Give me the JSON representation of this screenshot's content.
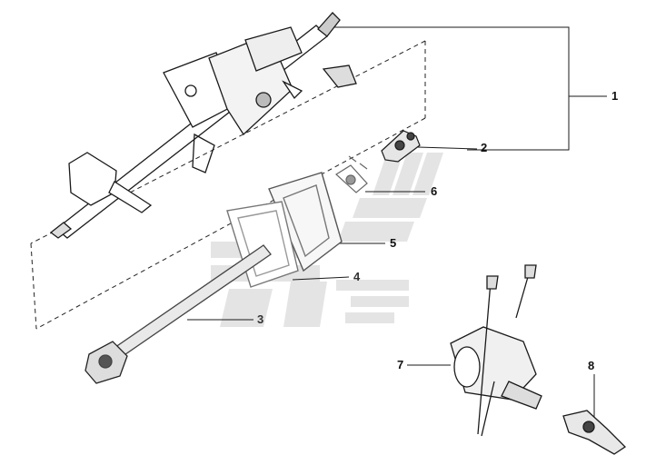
{
  "diagram": {
    "callouts": [
      "1",
      "2",
      "3",
      "4",
      "5",
      "6",
      "7",
      "8"
    ],
    "colors": {
      "line": "#1a1a1a",
      "grey_part": "#8a8a8a",
      "light_grey": "#c8c8c8",
      "watermark": "#e3e3e3"
    }
  }
}
